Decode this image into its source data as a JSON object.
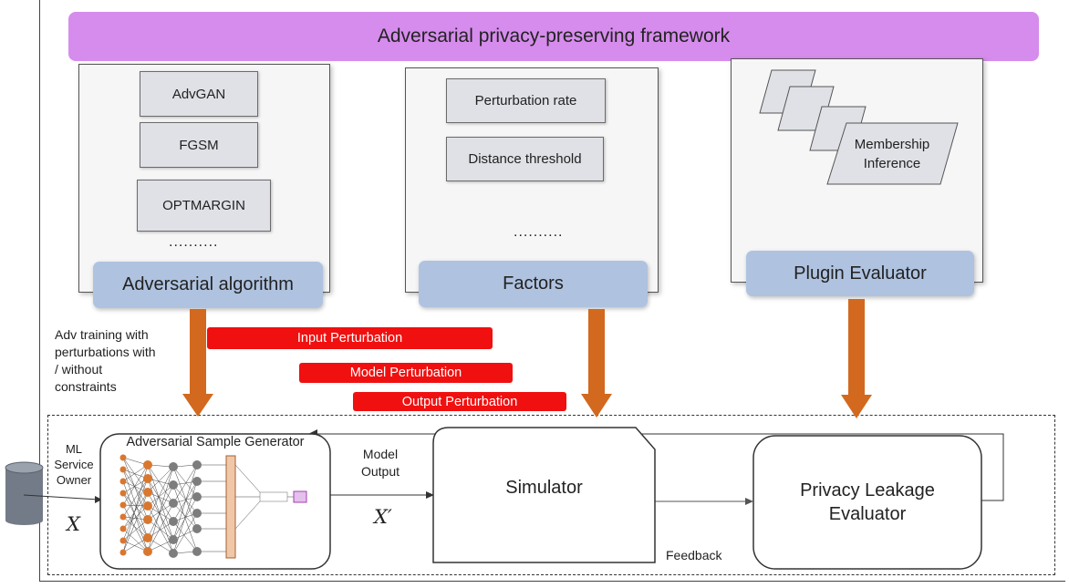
{
  "banner": {
    "title": "Adversarial privacy-preserving framework"
  },
  "algorithm_panel": {
    "items": [
      "AdvGAN",
      "FGSM",
      "OPTMARGIN"
    ],
    "ellipsis": "..........",
    "label": "Adversarial algorithm"
  },
  "factors_panel": {
    "items": [
      "Perturbation rate",
      "Distance threshold"
    ],
    "ellipsis": "..........",
    "label": "Factors"
  },
  "evaluator_panel": {
    "card_label_line1": "Membership",
    "card_label_line2": "Inference",
    "label": "Plugin Evaluator"
  },
  "adv_training_note": {
    "line1": "Adv training with",
    "line2": "perturbations with",
    "line3": "/ without",
    "line4": "constraints"
  },
  "perturbations": {
    "input": "Input Perturbation",
    "model": "Model Perturbation",
    "output": "Output Perturbation"
  },
  "owner": {
    "line1": "ML",
    "line2": "Service",
    "line3": "Owner",
    "symbol": "X"
  },
  "generator": {
    "title": "Adversarial Sample Generator"
  },
  "model_output": {
    "line1": "Model",
    "line2": "Output",
    "symbol": "X′"
  },
  "simulator": {
    "label": "Simulator"
  },
  "feedback": {
    "label": "Feedback"
  },
  "leakage": {
    "line1": "Privacy Leakage",
    "line2": "Evaluator"
  },
  "colors": {
    "banner": "#d68cec",
    "blue_label": "#afc3e0",
    "arrow_orange": "#d2691e",
    "perturbation_red": "#f01010",
    "gray_item": "#dfe1e6"
  }
}
